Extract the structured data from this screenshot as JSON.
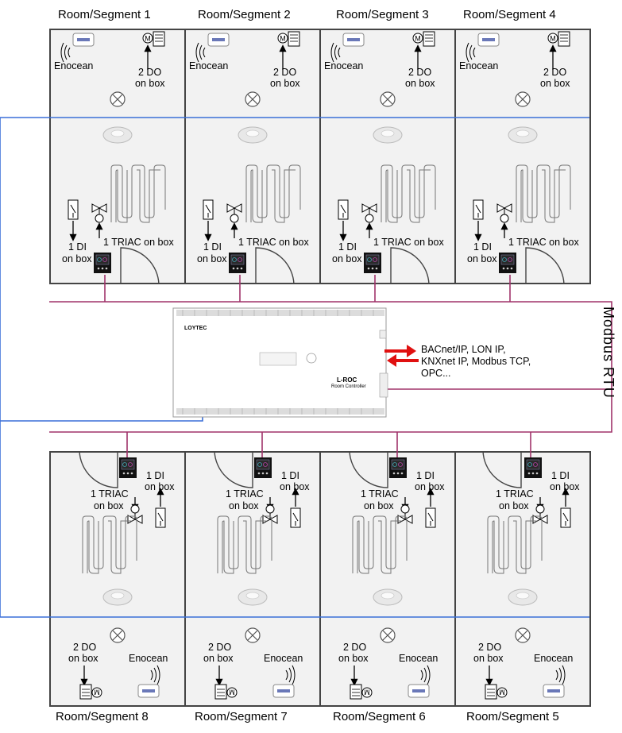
{
  "rooms_top": [
    {
      "label": "Room/Segment 1",
      "sensor": "Enocean",
      "do": "2 DO",
      "do2": "on box",
      "triac": "1 TRIAC on box",
      "di": "1 DI",
      "di2": "on box"
    },
    {
      "label": "Room/Segment 2",
      "sensor": "Enocean",
      "do": "2 DO",
      "do2": "on box",
      "triac": "1 TRIAC on box",
      "di": "1 DI",
      "di2": "on box"
    },
    {
      "label": "Room/Segment 3",
      "sensor": "Enocean",
      "do": "2 DO",
      "do2": "on box",
      "triac": "1 TRIAC on box",
      "di": "1 DI",
      "di2": "on box"
    },
    {
      "label": "Room/Segment 4",
      "sensor": "Enocean",
      "do": "2 DO",
      "do2": "on box",
      "triac": "1 TRIAC on box",
      "di": "1 DI",
      "di2": "on box"
    }
  ],
  "rooms_bottom": [
    {
      "label": "Room/Segment 8",
      "sensor": "Enocean",
      "do": "2 DO",
      "do2": "on box",
      "triac": "1 TRIAC",
      "triac2": "on box",
      "di": "1 DI",
      "di2": "on box"
    },
    {
      "label": "Room/Segment 7",
      "sensor": "Enocean",
      "do": "2 DO",
      "do2": "on box",
      "triac": "1 TRIAC",
      "triac2": "on box",
      "di": "1 DI",
      "di2": "on box"
    },
    {
      "label": "Room/Segment 6",
      "sensor": "Enocean",
      "do": "2 DO",
      "do2": "on box",
      "triac": "1 TRIAC",
      "triac2": "on box",
      "di": "1 DI",
      "di2": "on box"
    },
    {
      "label": "Room/Segment 5",
      "sensor": "Enocean",
      "do": "2 DO",
      "do2": "on box",
      "triac": "1 TRIAC",
      "triac2": "on box",
      "di": "1 DI",
      "di2": "on box"
    }
  ],
  "controller": {
    "brand": "LOYTEC",
    "model": "L-ROC",
    "subtitle": "Room Controller",
    "protocols": [
      "BACnet/IP, LON IP,",
      "KNXnet IP, Modbus TCP,",
      "OPC..."
    ]
  },
  "bus_label": "Modbus RTU",
  "colors": {
    "blue_line": "#3a6fd8",
    "purple_line": "#a0336a",
    "arrow_red": "#e01010",
    "room_fill": "#f2f2f2"
  }
}
